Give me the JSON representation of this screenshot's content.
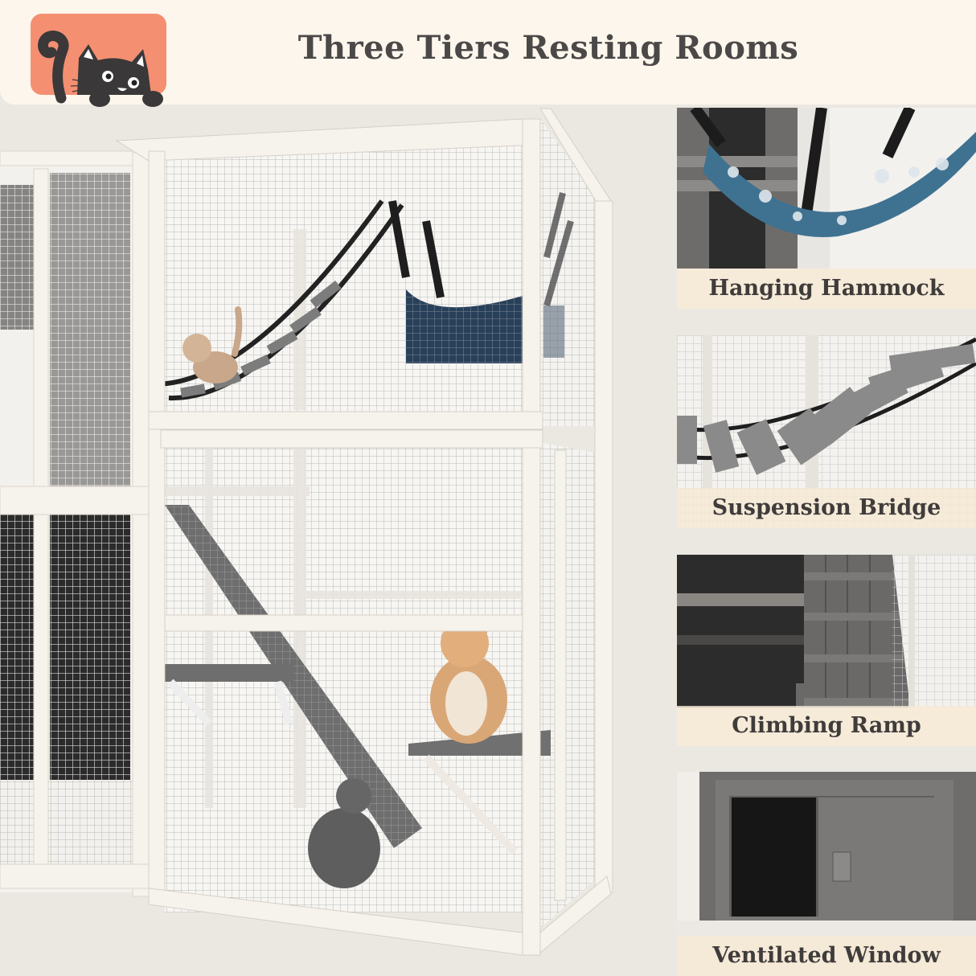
{
  "header": {
    "title": "Three Tiers Resting Rooms",
    "logo": {
      "icon": "peeking-cat-icon",
      "background": "#f58f72"
    }
  },
  "main_photo": {
    "subject": "white wooden outdoor cat enclosure with three tiers",
    "elements": [
      "suspension-bridge",
      "hanging-hammock",
      "climbing-ramp",
      "platform",
      "kitten",
      "orange-cat",
      "gray-cat"
    ]
  },
  "feature_panels": [
    {
      "label": "Hanging Hammock"
    },
    {
      "label": "Suspension Bridge"
    },
    {
      "label": "Climbing Ramp"
    },
    {
      "label": "Ventilated Window"
    }
  ],
  "colors": {
    "background": "#ebe8e2",
    "header_bg": "#fdf6ec",
    "title_text": "#4b4848",
    "caption_bg": "#f7e9d4",
    "frame_white": "#f6f2ec",
    "slat_gray": "#7f7f7f",
    "hammock_blue": "#3d6e8a"
  }
}
